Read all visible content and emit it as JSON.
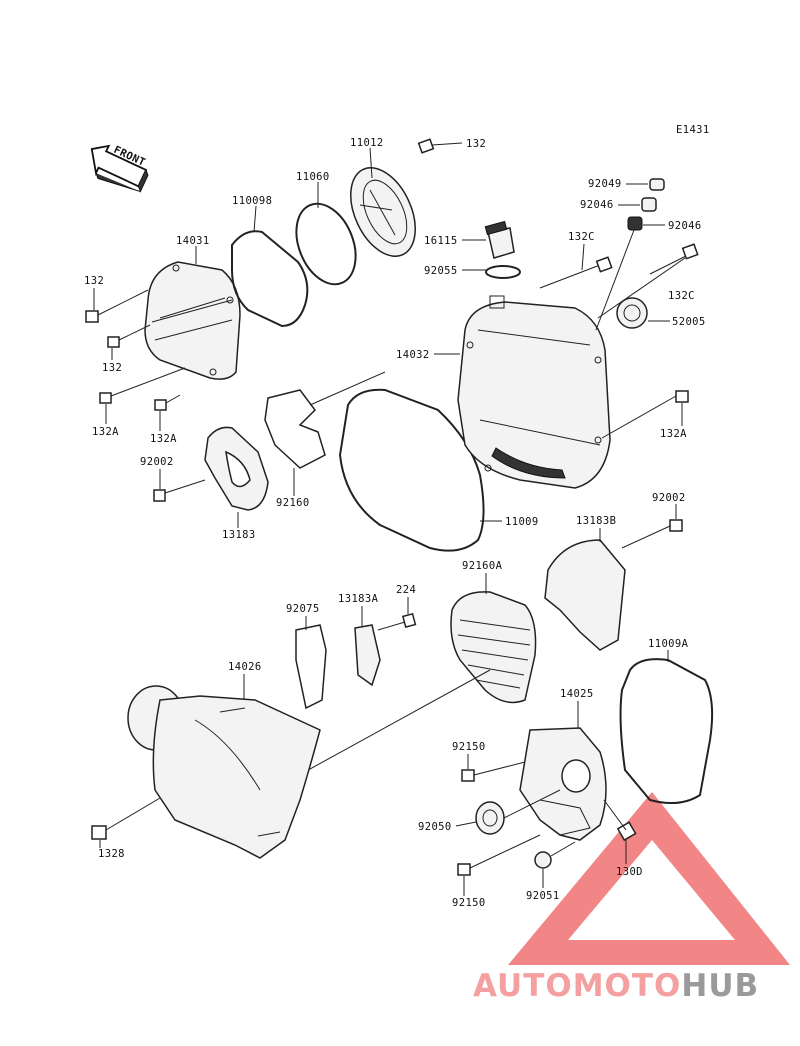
{
  "diagram": {
    "code": "E1431",
    "front_label": "FRONT",
    "labels": {
      "p11012": "11012",
      "p132_top": "132",
      "p11060": "11060",
      "p110098": "110098",
      "p14031": "14031",
      "p132_left": "132",
      "p132_mid": "132",
      "p132a_left": "132A",
      "p132a_mid": "132A",
      "p92002_left": "92002",
      "p13183": "13183",
      "p92160": "92160",
      "p11009": "11009",
      "p92049": "92049",
      "p92046_a": "92046",
      "p92046_b": "92046",
      "p16115": "16115",
      "p92055": "92055",
      "p132c_a": "132C",
      "p132c_b": "132C",
      "p52005": "52005",
      "p14032": "14032",
      "p132a_right": "132A",
      "p92002_right": "92002",
      "p13183b": "13183B",
      "p92160a": "92160A",
      "p92075": "92075",
      "p13183a": "13183A",
      "p224": "224",
      "p14026": "14026",
      "p11009a": "11009A",
      "p14025": "14025",
      "p92150_a": "92150",
      "p92050": "92050",
      "p1328": "1328",
      "p92150_b": "92150",
      "p92051": "92051",
      "p130d": "130D"
    }
  },
  "watermark": {
    "part1": "AUTOMOTO",
    "part2": "HUB",
    "color_part1": "#f5a0a0",
    "color_part2": "#9a9a9a",
    "triangle_color": "#f07070"
  }
}
